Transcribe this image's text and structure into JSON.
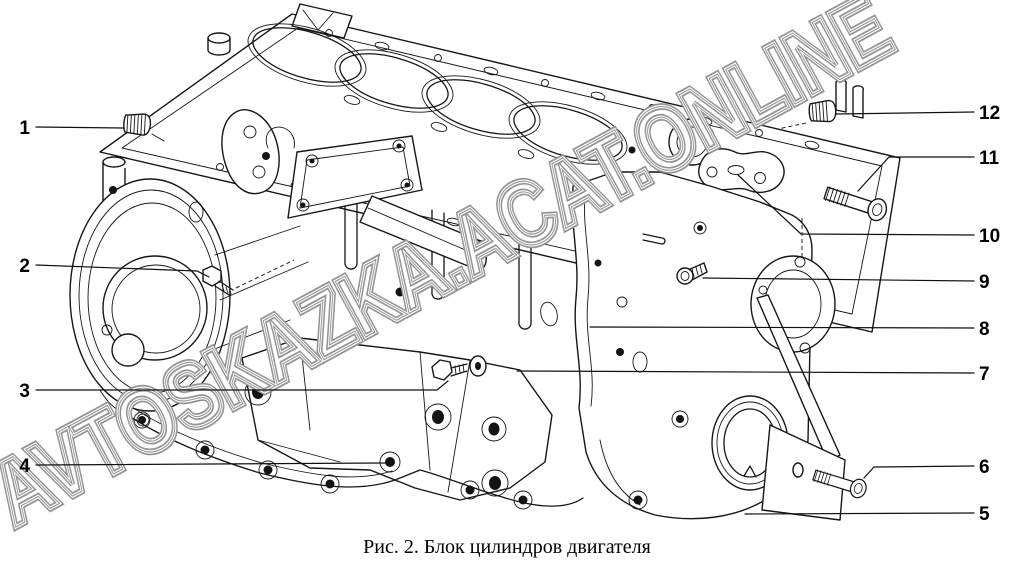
{
  "figure": {
    "caption": "Рис. 2. Блок цилиндров двигателя"
  },
  "watermark": {
    "text": "AVTOSKAZKA.ACAT.ONLINE",
    "color": "#949494"
  },
  "callouts": {
    "left": [
      {
        "label": "1"
      },
      {
        "label": "2"
      },
      {
        "label": "3"
      },
      {
        "label": "4"
      }
    ],
    "right": [
      {
        "label": "12"
      },
      {
        "label": "11"
      },
      {
        "label": "10"
      },
      {
        "label": "9"
      },
      {
        "label": "8"
      },
      {
        "label": "7"
      },
      {
        "label": "6"
      },
      {
        "label": "5"
      }
    ]
  },
  "colors": {
    "line": "#161616",
    "background": "#ffffff",
    "watermark": "#949494"
  }
}
